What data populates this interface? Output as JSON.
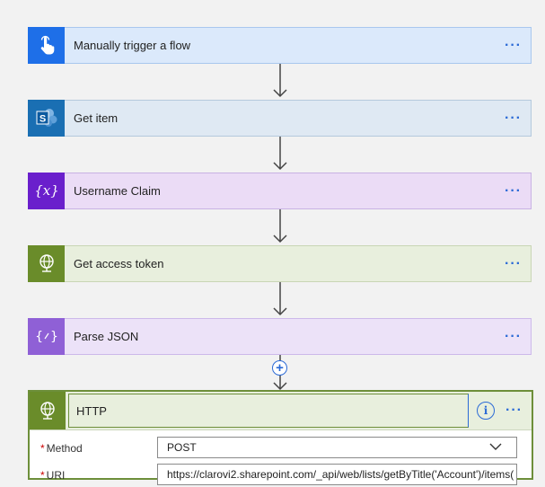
{
  "steps": [
    {
      "label": "Manually trigger a flow",
      "more": "···",
      "icon": "touch-hand-icon",
      "accent": "#1e6fe8",
      "bg": "#dbe9fb",
      "border": "#a9c7ee"
    },
    {
      "label": "Get item",
      "more": "···",
      "icon": "sharepoint-icon",
      "accent": "#1a6fb3",
      "bg": "#dfe9f3",
      "border": "#b5c9dd"
    },
    {
      "label": "Username Claim",
      "more": "···",
      "icon": "variable-icon",
      "accent": "#6a1fcc",
      "bg": "#ebdcf6",
      "border": "#c8b2e3"
    },
    {
      "label": "Get access token",
      "more": "···",
      "icon": "globe-icon",
      "accent": "#6a8c2a",
      "bg": "#e8efdd",
      "border": "#c9d6b5"
    },
    {
      "label": "Parse JSON",
      "more": "···",
      "icon": "parse-json-icon",
      "accent": "#8f60d6",
      "bg": "#ece2f8",
      "border": "#cdb9ea"
    }
  ],
  "insert_step": "+",
  "http": {
    "title": "HTTP",
    "info": "i",
    "more": "···",
    "fields": [
      {
        "label": "Method",
        "required": "*",
        "value": "POST"
      },
      {
        "label": "URI",
        "required": "*",
        "value": "https://clarovi2.sharepoint.com/_api/web/lists/getByTitle('Account')/items("
      }
    ]
  }
}
